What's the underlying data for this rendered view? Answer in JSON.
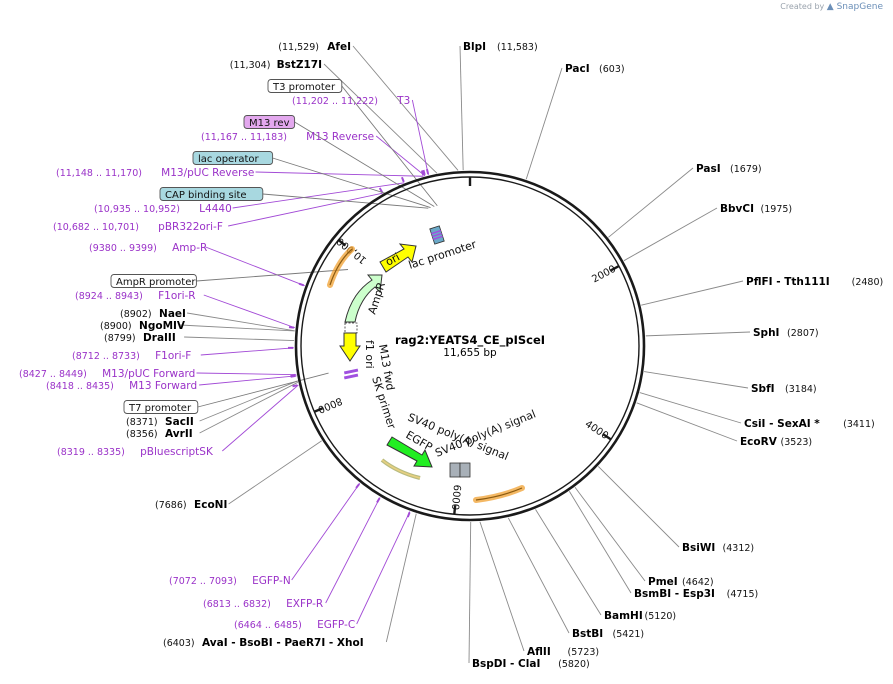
{
  "credit": {
    "prefix": "Created by",
    "brand": "SnapGene"
  },
  "plasmid": {
    "name": "rag2:YEATS4_CE_pISceI",
    "length_label": "11,655 bp",
    "length": 11655
  },
  "ticks": [
    {
      "bp": 0,
      "label": ""
    },
    {
      "bp": 2000,
      "label": "2000"
    },
    {
      "bp": 4000,
      "label": "4000"
    },
    {
      "bp": 6000,
      "label": "6000"
    },
    {
      "bp": 8000,
      "label": "8000"
    },
    {
      "bp": 10000,
      "label": "10,000"
    }
  ],
  "enzymes": [
    {
      "name": "AfeI",
      "pos": "(11,529)",
      "bp": 11529
    },
    {
      "name": "BlpI",
      "pos": "(11,583)",
      "bp": 11583
    },
    {
      "name": "BstZ17I",
      "pos": "(11,304)",
      "bp": 11304
    },
    {
      "name": "PacI",
      "pos": "(603)",
      "bp": 603
    },
    {
      "name": "PasI",
      "pos": "(1679)",
      "bp": 1679
    },
    {
      "name": "BbvCI",
      "pos": "(1975)",
      "bp": 1975
    },
    {
      "name": "PflFI - Tth111I",
      "pos": "(2480)",
      "bp": 2480
    },
    {
      "name": "SphI",
      "pos": "(2807)",
      "bp": 2807
    },
    {
      "name": "SbfI",
      "pos": "(3184)",
      "bp": 3184
    },
    {
      "name": "CsiI - SexAI *",
      "pos": "(3411)",
      "bp": 3411
    },
    {
      "name": "EcoRV",
      "pos": "(3523)",
      "bp": 3523
    },
    {
      "name": "BsiWI",
      "pos": "(4312)",
      "bp": 4312
    },
    {
      "name": "PmeI",
      "pos": "(4642)",
      "bp": 4642
    },
    {
      "name": "BsmBI - Esp3I",
      "pos": "(4715)",
      "bp": 4715
    },
    {
      "name": "BamHI",
      "pos": "(5120)",
      "bp": 5120
    },
    {
      "name": "BstBI",
      "pos": "(5421)",
      "bp": 5421
    },
    {
      "name": "AflII",
      "pos": "(5723)",
      "bp": 5723
    },
    {
      "name": "BspDI - ClaI",
      "pos": "(5820)",
      "bp": 5820
    },
    {
      "name": "AvaI - BsoBI - PaeR7I - XhoI",
      "pos": "(6403)",
      "bp": 6403
    },
    {
      "name": "EcoNI",
      "pos": "(7686)",
      "bp": 7686
    },
    {
      "name": "AvrII",
      "pos": "(8356)",
      "bp": 8356
    },
    {
      "name": "SacII",
      "pos": "(8371)",
      "bp": 8371
    },
    {
      "name": "DraIII",
      "pos": "(8799)",
      "bp": 8799
    },
    {
      "name": "NgoMIV",
      "pos": "(8900)",
      "bp": 8900
    },
    {
      "name": "NaeI",
      "pos": "(8902)",
      "bp": 8902
    }
  ],
  "primers": [
    {
      "name": "T3",
      "pos": "(11,202 .. 11,222)",
      "bp": 11212
    },
    {
      "name": "M13 Reverse",
      "pos": "(11,167 .. 11,183)",
      "bp": 11175
    },
    {
      "name": "M13/pUC Reverse",
      "pos": "(11,148 .. 11,170)",
      "bp": 11159
    },
    {
      "name": "L4440",
      "pos": "(10,935 .. 10,952)",
      "bp": 10944
    },
    {
      "name": "pBR322ori-F",
      "pos": "(10,682 .. 10,701)",
      "bp": 10692
    },
    {
      "name": "Amp-R",
      "pos": "(9380 .. 9399)",
      "bp": 9390
    },
    {
      "name": "F1ori-R",
      "pos": "(8924 .. 8943)",
      "bp": 8934
    },
    {
      "name": "F1ori-F",
      "pos": "(8712 .. 8733)",
      "bp": 8722
    },
    {
      "name": "M13/pUC Forward",
      "pos": "(8427 .. 8449)",
      "bp": 8438
    },
    {
      "name": "M13 Forward",
      "pos": "(8418 .. 8435)",
      "bp": 8426
    },
    {
      "name": "pBluescriptSK",
      "pos": "(8319 .. 8335)",
      "bp": 8327
    },
    {
      "name": "EGFP-N",
      "pos": "(7072 .. 7093)",
      "bp": 7082
    },
    {
      "name": "EXFP-R",
      "pos": "(6813 .. 6832)",
      "bp": 6822
    },
    {
      "name": "EGFP-C",
      "pos": "(6464 .. 6485)",
      "bp": 6474
    }
  ],
  "boxed_features": [
    {
      "name": "T3 promoter",
      "style": "white",
      "bp": 11230
    },
    {
      "name": "M13 rev",
      "style": "violet",
      "bp": 11190
    },
    {
      "name": "lac operator",
      "style": "cyan",
      "bp": 11140
    },
    {
      "name": "CAP binding site",
      "style": "cyan",
      "bp": 11110
    },
    {
      "name": "AmpR promoter",
      "style": "white",
      "bp": 9780
    },
    {
      "name": "T7 promoter",
      "style": "white",
      "bp": 8390
    }
  ],
  "features": [
    {
      "name": "lac promoter",
      "type": "promoter"
    },
    {
      "name": "ori",
      "type": "rep_origin"
    },
    {
      "name": "AmpR",
      "type": "cds"
    },
    {
      "name": "f1 ori",
      "type": "rep_origin"
    },
    {
      "name": "M13 fwd",
      "type": "primer_bind"
    },
    {
      "name": "SK primer",
      "type": "primer_bind"
    },
    {
      "name": "SV40 poly(A) signal",
      "type": "polyA"
    },
    {
      "name": "SV40 poly(A) signal",
      "type": "polyA"
    },
    {
      "name": "EGFP",
      "type": "cds"
    }
  ],
  "colors": {
    "backbone": "#1a1a1a",
    "primer_text": "#9a32c8",
    "primer_line": "#a24ad6",
    "enzyme_line": "#8a8a8a",
    "ori": "#ffff00",
    "ampr": "#ccffcc",
    "egfp": "#22ee22",
    "f1": "#ffff00",
    "polyA": "#a8b0b8",
    "orange": "#f0a030",
    "cyan_box": "#a8d8e0",
    "violet_box": "#e3a8ee"
  }
}
